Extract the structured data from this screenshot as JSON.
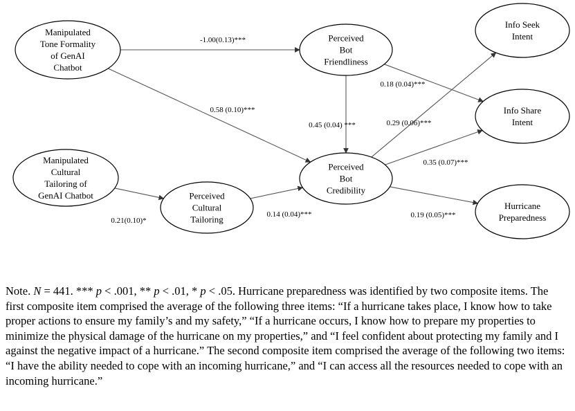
{
  "nodes": [
    {
      "id": "tone",
      "lines": [
        "Manipulated",
        "Tone Formality",
        "of GenAI",
        "Chatbot"
      ]
    },
    {
      "id": "cultural_manip",
      "lines": [
        "Manipulated",
        "Cultural",
        "Tailoring of",
        "GenAI Chatbot"
      ]
    },
    {
      "id": "friendliness",
      "lines": [
        "Perceived",
        "Bot",
        "Friendliness"
      ]
    },
    {
      "id": "credibility",
      "lines": [
        "Perceived",
        "Bot",
        "Credibility"
      ]
    },
    {
      "id": "cultural_perc",
      "lines": [
        "Perceived",
        "Cultural",
        "Tailoring"
      ]
    },
    {
      "id": "seek",
      "lines": [
        "Info Seek",
        "Intent"
      ]
    },
    {
      "id": "share",
      "lines": [
        "Info Share",
        "Intent"
      ]
    },
    {
      "id": "prep",
      "lines": [
        "Hurricane",
        "Preparedness"
      ]
    }
  ],
  "edges": [
    {
      "from": "tone",
      "to": "friendliness",
      "label": "-1.00(0.13)***"
    },
    {
      "from": "tone",
      "to": "credibility",
      "label": "0.58 (0.10)***"
    },
    {
      "from": "friendliness",
      "to": "credibility",
      "label": "0.45 (0.04) ***"
    },
    {
      "from": "friendliness",
      "to": "share",
      "label": "0.18 (0.04)***"
    },
    {
      "from": "credibility",
      "to": "seek",
      "label": "0.29 (0.06)***"
    },
    {
      "from": "credibility",
      "to": "share",
      "label": "0.35 (0.07)***"
    },
    {
      "from": "credibility",
      "to": "prep",
      "label": "0.19 (0.05)***"
    },
    {
      "from": "cultural_manip",
      "to": "cultural_perc",
      "label": "0.21(0.10)*"
    },
    {
      "from": "cultural_perc",
      "to": "credibility",
      "label": "0.14 (0.04)***"
    }
  ],
  "note": {
    "prefix": "Note. ",
    "n_symbol": "N",
    "n_value": " = 441. *** ",
    "p1": "p",
    "t1": " < .001, ** ",
    "p2": "p",
    "t2": " < .01, * ",
    "p3": "p",
    "t3": " < .05. Hurricane preparedness was identified by two composite items. The first composite item comprised the average of the following three items: “If a hurricane takes place, I know how to take proper actions to ensure my family’s and my safety,” “If a hurricane occurs, I know how to prepare my properties to minimize the physical damage of the hurricane on my properties,” and “I feel confident about protecting my family and I against the negative impact of a hurricane.” The second composite item comprised the average of the following two items: “I have the ability needed to cope with an incoming hurricane,” and “I can access all the resources needed to cope with an incoming hurricane.”"
  }
}
